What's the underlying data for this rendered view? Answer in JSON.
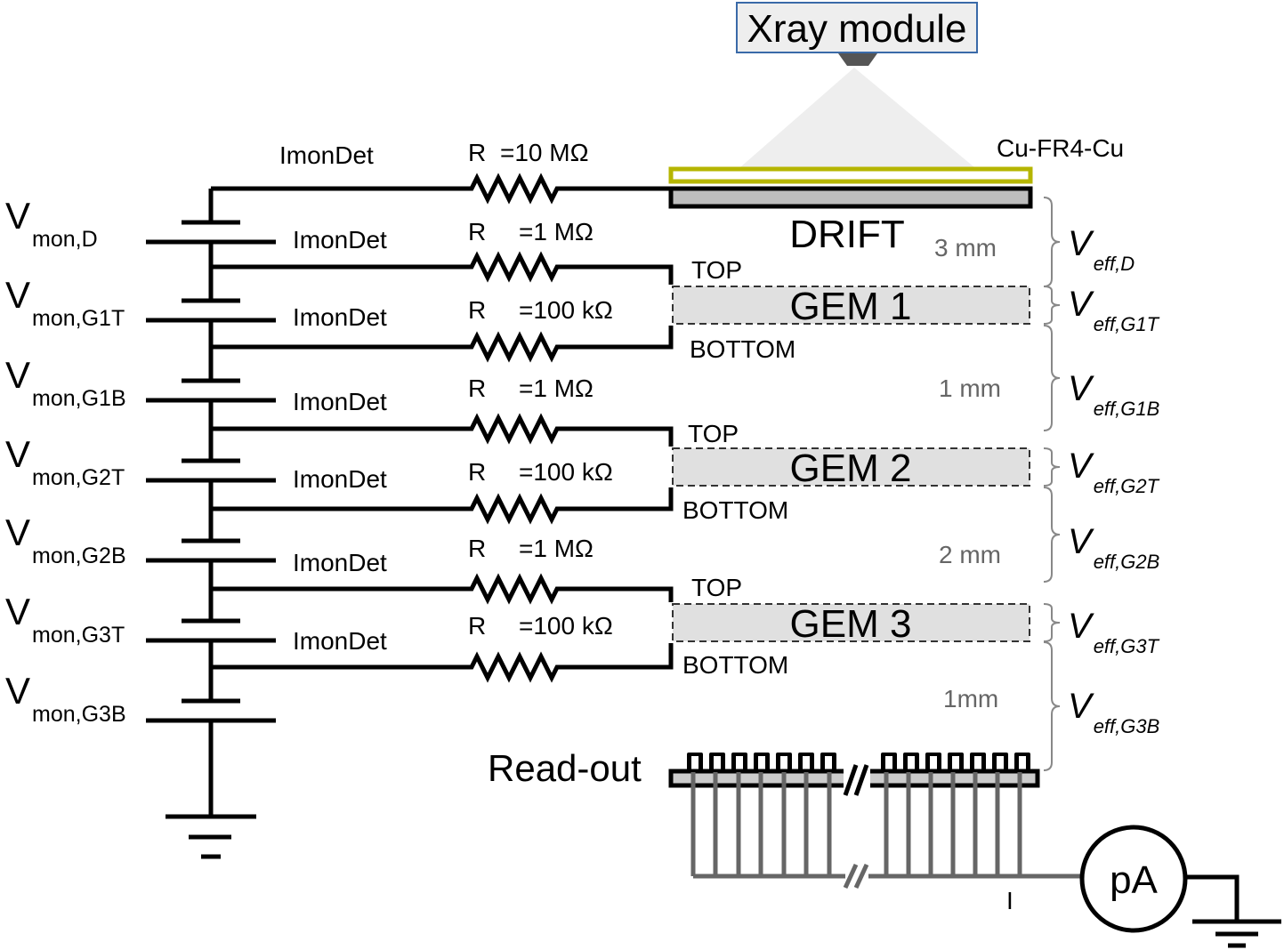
{
  "xray_module": "Xray module",
  "cathode_label": "Cu-FR4-Cu",
  "drift_label": "DRIFT",
  "readout_label": "Read-out",
  "ammeter_label": "pA",
  "current_label": "I",
  "resistor_prefix": "R",
  "imon_label": "ImonDet",
  "top_label": "TOP",
  "bottom_label": "BOTTOM",
  "resistors": [
    "=10 MΩ",
    "=1 MΩ",
    "=100 kΩ",
    "=1 MΩ",
    "=100 kΩ",
    "=1 MΩ",
    "=100 kΩ"
  ],
  "gems": [
    "GEM 1",
    "GEM 2",
    "GEM 3"
  ],
  "gaps": [
    "3 mm",
    "1 mm",
    "2 mm",
    "1mm"
  ],
  "vmon": {
    "main": "V",
    "subs": [
      "mon,D",
      "mon,G1T",
      "mon,G1B",
      "mon,G2T",
      "mon,G2B",
      "mon,G3T",
      "mon,G3B"
    ]
  },
  "veff": {
    "main": "V",
    "subs": [
      "eff,D",
      "eff,G1T",
      "eff,G1B",
      "eff,G2T",
      "eff,G2B",
      "eff,G3T",
      "eff,G3B"
    ]
  },
  "colors": {
    "wire": "#000000",
    "readout_strips": "#666666",
    "cathode_outline": "#b5b500",
    "gem_fill": "#e0e0e0",
    "xray_border": "#3a6aa8"
  }
}
